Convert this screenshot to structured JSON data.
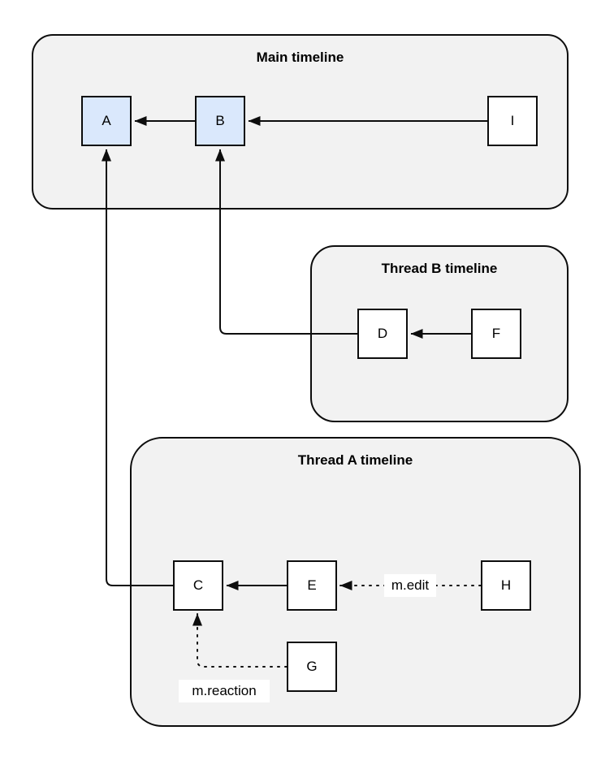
{
  "diagram": {
    "type": "event-graph",
    "containers": {
      "main": {
        "title": "Main timeline"
      },
      "thread_b": {
        "title": "Thread B timeline"
      },
      "thread_a": {
        "title": "Thread A timeline"
      }
    },
    "nodes": {
      "A": {
        "label": "A",
        "container": "main",
        "fill": "highlight"
      },
      "B": {
        "label": "B",
        "container": "main",
        "fill": "highlight"
      },
      "I": {
        "label": "I",
        "container": "main",
        "fill": "plain"
      },
      "D": {
        "label": "D",
        "container": "thread_b",
        "fill": "plain"
      },
      "F": {
        "label": "F",
        "container": "thread_b",
        "fill": "plain"
      },
      "C": {
        "label": "C",
        "container": "thread_a",
        "fill": "plain"
      },
      "E": {
        "label": "E",
        "container": "thread_a",
        "fill": "plain"
      },
      "H": {
        "label": "H",
        "container": "thread_a",
        "fill": "plain"
      },
      "G": {
        "label": "G",
        "container": "thread_a",
        "fill": "plain"
      }
    },
    "edges": [
      {
        "from": "B",
        "to": "A",
        "style": "solid",
        "label": ""
      },
      {
        "from": "I",
        "to": "B",
        "style": "solid",
        "label": ""
      },
      {
        "from": "F",
        "to": "D",
        "style": "solid",
        "label": ""
      },
      {
        "from": "D",
        "to": "B",
        "style": "solid",
        "label": ""
      },
      {
        "from": "E",
        "to": "C",
        "style": "solid",
        "label": ""
      },
      {
        "from": "H",
        "to": "E",
        "style": "dotted",
        "label": "m.edit"
      },
      {
        "from": "C",
        "to": "A",
        "style": "solid",
        "label": ""
      },
      {
        "from": "G",
        "to": "C",
        "style": "dotted",
        "label": "m.reaction"
      }
    ],
    "colors": {
      "highlight_node_fill": "#dae8fc",
      "plain_node_fill": "#ffffff",
      "container_fill": "#f2f2f2",
      "stroke": "#0d0d0d",
      "background": "#ffffff"
    }
  }
}
